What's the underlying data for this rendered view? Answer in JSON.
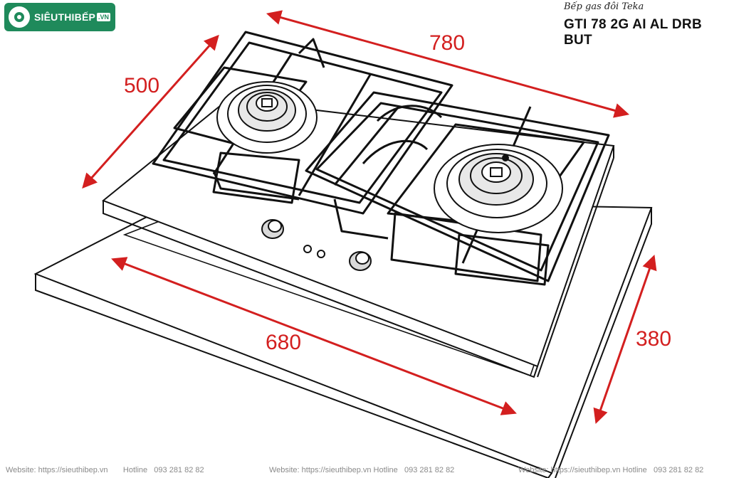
{
  "brand": {
    "logo_text": "SIÊUTHIBẾP",
    "logo_suffix": ".VN"
  },
  "header": {
    "subtitle": "Bếp gas đôi Teka",
    "model": "GTI 78 2G AI AL DRB BUT"
  },
  "dimensions": {
    "hob_width": "780",
    "hob_depth": "500",
    "cutout_width": "680",
    "cutout_depth": "380"
  },
  "footer": {
    "left": "Website: https://sieuthibep.vn       Hotline   093 281 82 82",
    "center": "Website: https://sieuthibep.vn Hotline   093 281 82 82",
    "right": "Website: https://sieuthibep.vn Hotline   093 281 82 82"
  },
  "colors": {
    "brand_green": "#1f8a5b",
    "dimension_red": "#d31f1f",
    "line": "#111111"
  }
}
